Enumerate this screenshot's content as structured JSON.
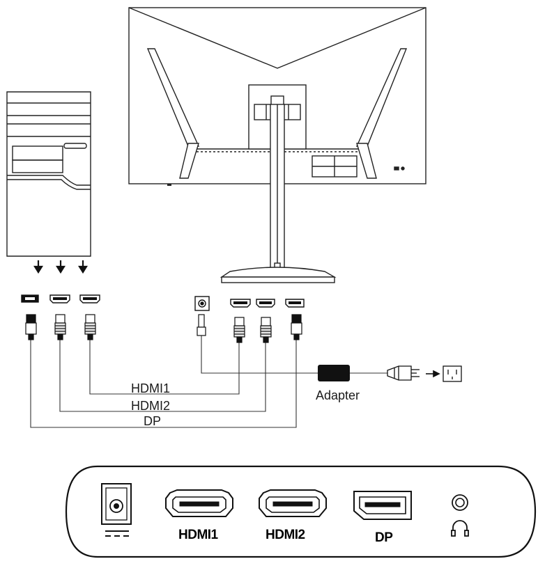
{
  "cables": {
    "hdmi1": "HDMI1",
    "hdmi2": "HDMI2",
    "dp": "DP"
  },
  "adapter_label": "Adapter",
  "panel_ports": {
    "hdmi1": "HDMI1",
    "hdmi2": "HDMI2",
    "dp": "DP"
  }
}
